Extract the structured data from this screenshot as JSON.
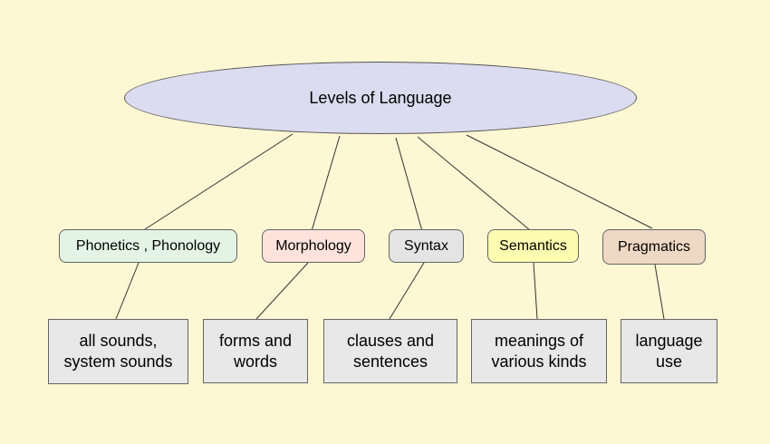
{
  "root": {
    "label": "Levels of Language",
    "fill": "#dcdcf0"
  },
  "levels": [
    {
      "label": "Phonetics , Phonology",
      "fill": "#e4f4e4",
      "description": "all sounds,\nsystem sounds"
    },
    {
      "label": "Morphology",
      "fill": "#fde3dc",
      "description": "forms and\nwords"
    },
    {
      "label": "Syntax",
      "fill": "#e4e4e4",
      "description": "clauses and\nsentences"
    },
    {
      "label": "Semantics",
      "fill": "#fdfcb0",
      "description": "meanings of\nvarious kinds"
    },
    {
      "label": "Pragmatics",
      "fill": "#eed8c4",
      "description": "language\nuse"
    }
  ],
  "background": "#fdf7d3",
  "description_fill": "#e8e8e8"
}
